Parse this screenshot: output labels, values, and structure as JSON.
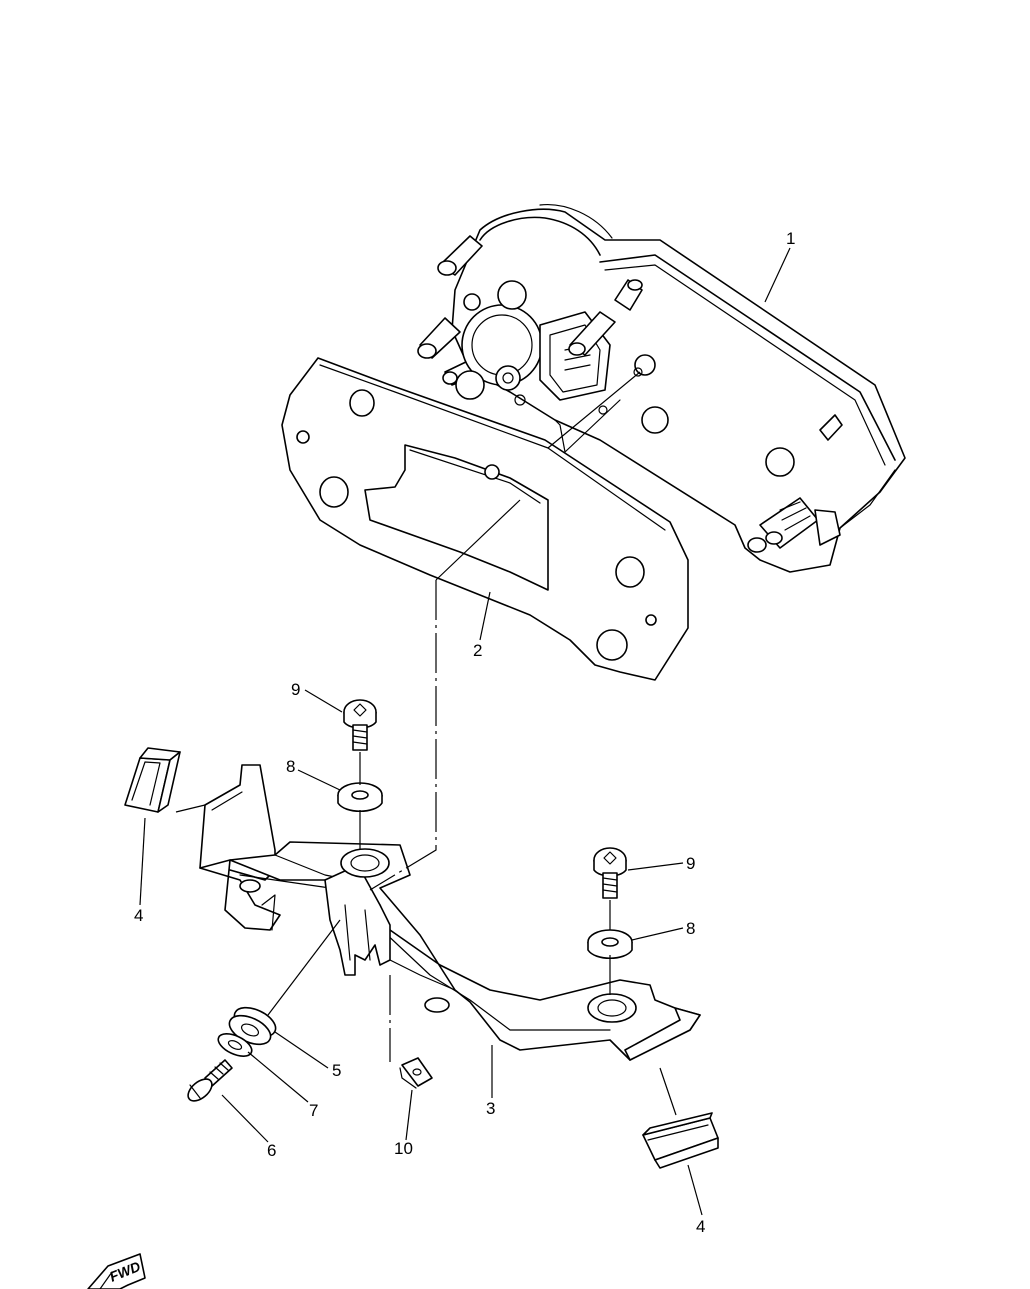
{
  "callouts": [
    {
      "id": "c1",
      "label": "1"
    },
    {
      "id": "c2",
      "label": "2"
    },
    {
      "id": "c3",
      "label": "3"
    },
    {
      "id": "c4a",
      "label": "4"
    },
    {
      "id": "c4b",
      "label": "4"
    },
    {
      "id": "c5",
      "label": "5"
    },
    {
      "id": "c6",
      "label": "6"
    },
    {
      "id": "c7",
      "label": "7"
    },
    {
      "id": "c8a",
      "label": "8"
    },
    {
      "id": "c8b",
      "label": "8"
    },
    {
      "id": "c9a",
      "label": "9"
    },
    {
      "id": "c9b",
      "label": "9"
    },
    {
      "id": "c10",
      "label": "10"
    }
  ],
  "direction_marker": {
    "label": "FWD"
  }
}
